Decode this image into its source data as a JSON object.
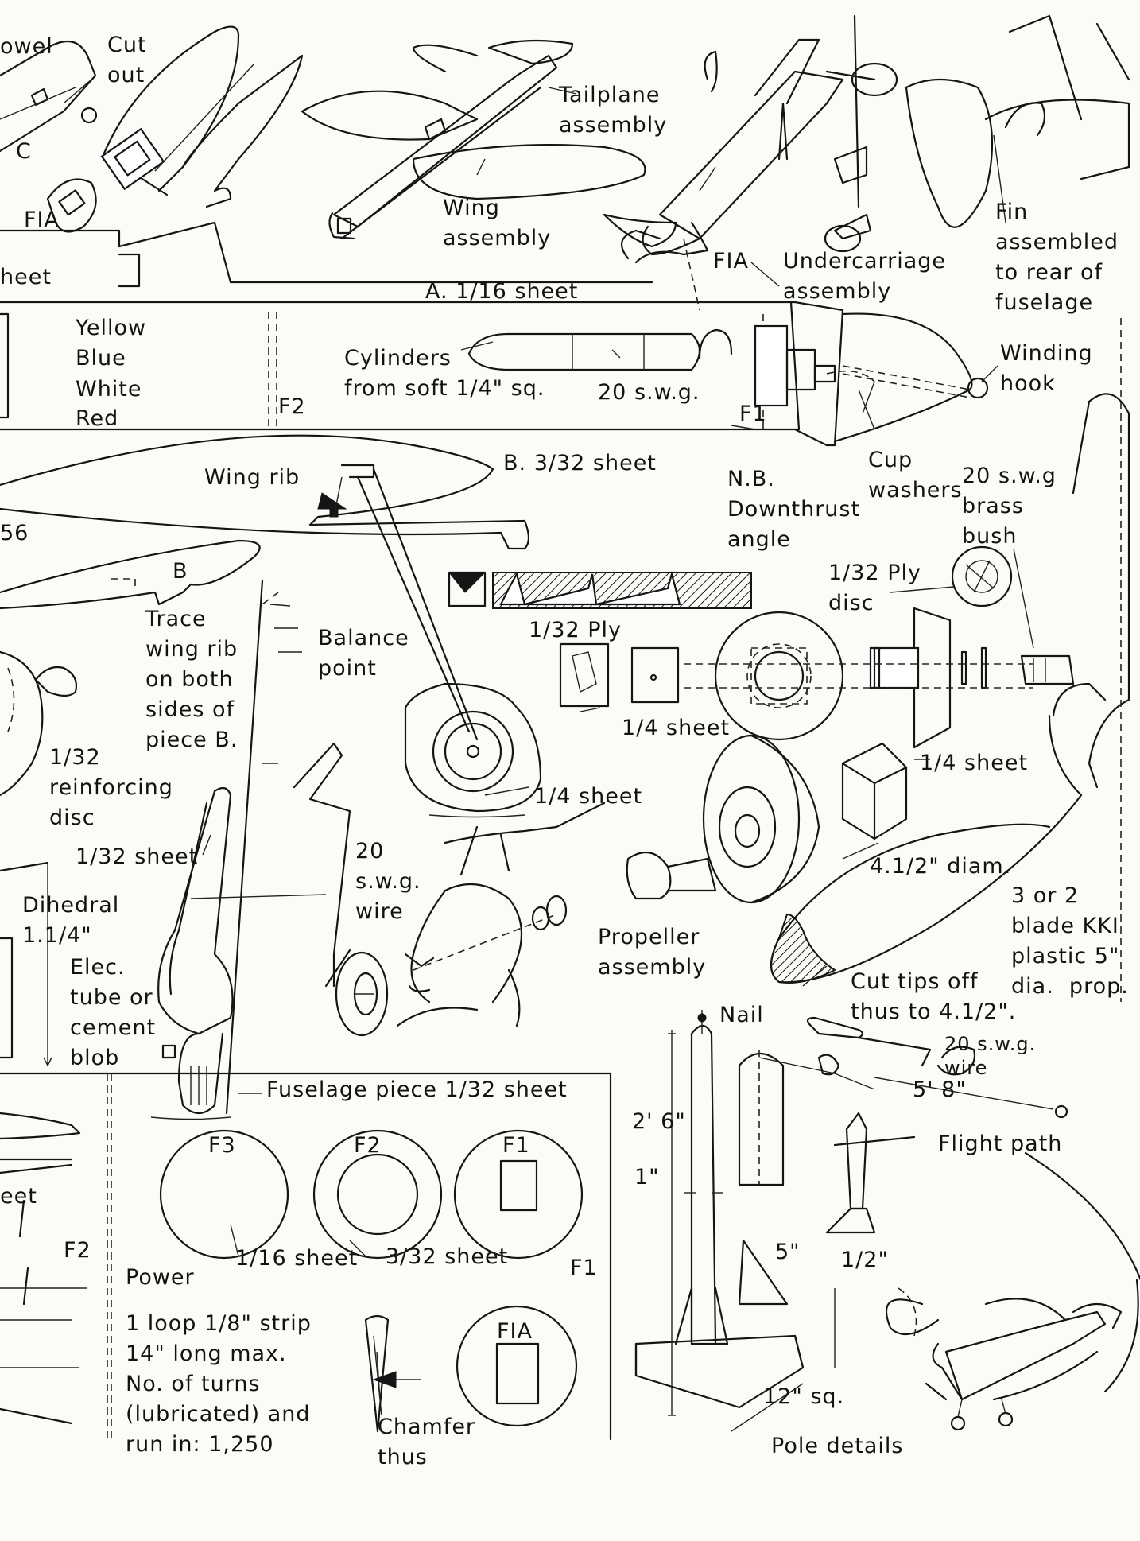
{
  "labels": {
    "owel": "owel",
    "cut_out": "Cut\nout",
    "c_partial": "C",
    "fia_top": "FIA",
    "heet_partial": "heet",
    "tailplane": "Tailplane\nassembly",
    "wing_assembly": "Wing\nassembly",
    "fia_mid": "FIA",
    "undercarriage": "Undercarriage\nassembly",
    "fin": "Fin\nassembled\nto rear of\nfuselage",
    "sheet_a": "A. 1/16 sheet",
    "yellow": "Yellow",
    "blue": "Blue",
    "white": "White",
    "red": "Red",
    "cylinders": "Cylinders\nfrom soft 1/4\" sq.",
    "swg_20_hook": "20 s.w.g.",
    "f1_body": "F1",
    "f2_body": "F2",
    "winding_hook": "Winding\nhook",
    "wing_rib": "Wing rib",
    "sheet_b": "B. 3/32 sheet",
    "downthrust": "N.B.\nDownthrust\nangle",
    "cup_washers": "Cup\nwashers",
    "brass_bush": "20 s.w.g\nbrass\nbush",
    "n56": "56",
    "b_letter": "B",
    "trace": "Trace\nwing rib\non both\nsides of\npiece B.",
    "ply_disc": "1/32 Ply\ndisc",
    "ply_132": "1/32 Ply",
    "balance": "Balance\npoint",
    "sheet_14_a": "1/4 sheet",
    "sheet_14_b": "1/4 sheet",
    "sheet_14_c": "1/4 sheet",
    "reinforcing": "1/32\nreinforcing\ndisc",
    "sheet_132": "1/32 sheet",
    "wire_20": "20\ns.w.g.\nwire",
    "diam": "4.1/2\" diam.",
    "prop_spec": "3 or 2\nblade KKI\nplastic 5\"\ndia.  prop.",
    "dihedral": "Dihedral\n1.1/4\"",
    "elec": "Elec.\ntube or\ncement\nblob",
    "propeller_assembly": "Propeller\nassembly",
    "cut_tips": "Cut tips off\nthus to 4.1/2\".",
    "nail": "Nail",
    "wire_20_b": "20 s.w.g.\nwire",
    "len_58": "5' 8\"",
    "fuselage_piece": "Fuselage piece 1/32 sheet",
    "h_26": "2' 6\"",
    "one_inch": "1\"",
    "flight_path": "Flight path",
    "f3": "F3",
    "f2_disc": "F2",
    "f1_disc": "F1",
    "sheet_116": "1/16 sheet",
    "sheet_332": "3/32 sheet",
    "eet_partial": "eet",
    "f2_left": "F2",
    "f1_right": "F1",
    "five_inch": "5\"",
    "half_inch": "1/2\"",
    "power": "Power",
    "power_spec": "1 loop 1/8\" strip\n14\" long max.\nNo. of turns\n(lubricated) and\nrun in: 1,250",
    "fia_disc": "FIA",
    "chamfer": "Chamfer\nthus",
    "twelve_sq": "12\" sq.",
    "pole_details": "Pole details"
  }
}
